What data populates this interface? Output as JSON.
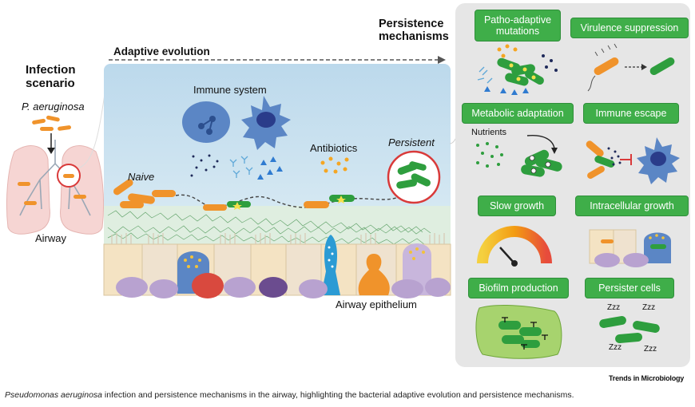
{
  "infection": {
    "title_line1": "Infection",
    "title_line2": "scenario",
    "organism": "P. aeruginosa",
    "airway": "Airway"
  },
  "evolution": {
    "title": "Adaptive evolution",
    "immune_system": "Immune system",
    "antibiotics": "Antibiotics",
    "naive": "Naive",
    "persistent": "Persistent",
    "epithelium": "Airway epithelium"
  },
  "mechanisms": {
    "title_line1": "Persistence",
    "title_line2": "mechanisms",
    "patho_line1": "Patho-adaptive",
    "patho_line2": "mutations",
    "virulence": "Virulence suppression",
    "metabolic": "Metabolic adaptation",
    "nutrients": "Nutrients",
    "immune_escape": "Immune escape",
    "slow_growth": "Slow growth",
    "intracellular": "Intracellular growth",
    "biofilm": "Biofilm production",
    "persister": "Persister cells",
    "zzz": "Zzz"
  },
  "credit": "Trends in Microbiology",
  "caption": {
    "species": "Pseudomonas aeruginosa",
    "text": " infection and persistence mechanisms in the airway, highlighting the bacterial adaptive evolution and persistence mechanisms."
  },
  "colors": {
    "panel_bg": "#e6e6e6",
    "label_green": "#3fae49",
    "bacterium_orange": "#f0932b",
    "persister_green": "#2e9e3e",
    "sky": "#c9e2f1",
    "immune_blue": "#5b86c5"
  }
}
